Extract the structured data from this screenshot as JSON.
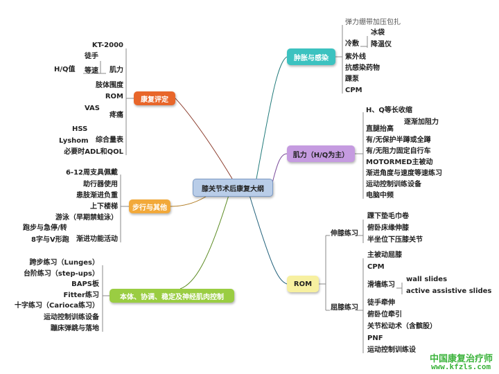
{
  "center": "膝关节术后康复大纲",
  "assessment": {
    "label": "康复评定",
    "color": "#e8662a",
    "items": [
      "KT-2000",
      "徒手",
      "肌力",
      "等速",
      "H/Q值",
      "肢体围度",
      "ROM",
      "VAS",
      "疼痛",
      "HSS",
      "Lyshom",
      "综合量表",
      "必要时ADL和QOL"
    ]
  },
  "walking": {
    "label": "步行与其他",
    "color": "#f2a93a",
    "items": [
      "6-12周支具佩戴",
      "助行器使用",
      "患肢渐进负重",
      "上下楼梯",
      "游泳（早期禁蛙泳）",
      "跑步与急停/转",
      "8字与V形跑",
      "渐进功能活动"
    ]
  },
  "proprio": {
    "label": "本体、协调、稳定及神经肌肉控制",
    "color": "#9acd42",
    "items": [
      "跨步练习（Lunges）",
      "台阶练习（step-ups）",
      "BAPS板",
      "Fitter练习",
      "十字练习（Carioca练习）",
      "运动控制训练设备",
      "蹦床弹跳与落地"
    ]
  },
  "swelling": {
    "label": "肿胀与感染",
    "color": "#3cc2c0",
    "items": [
      "弹力绷带加压包扎",
      "冷敷",
      "冰袋",
      "降温仪",
      "紫外线",
      "抗感染药物",
      "踝泵",
      "CPM"
    ]
  },
  "strength": {
    "label": "肌力（H/Q为主）",
    "color": "#c59be0",
    "items": [
      "H、Q等长收缩",
      "直腿抬高",
      "逐渐加阻力",
      "有/无保护半蹲或全蹲",
      "有/无阻力固定自行车",
      "MOTORMED主被动",
      "渐进角度与速度等速练习",
      "运动控制训练设备",
      "电脑中频"
    ]
  },
  "rom": {
    "label": "ROM",
    "color": "#f7f0a0",
    "extension": {
      "label": "伸膝练习",
      "items": [
        "踝下垫毛巾卷",
        "俯卧床缘伸膝",
        "半坐位下压膝关节"
      ]
    },
    "flexion": {
      "label": "屈膝练习",
      "items": [
        "主被动屈膝",
        "CPM",
        "滑墙练习",
        "wall slides",
        "active assistive slides",
        "徒手牵伸",
        "俯卧位牵引",
        "关节松动术（含髌股）",
        "PNF",
        "运动控制训练设"
      ]
    }
  },
  "watermark": {
    "title": "中国康复治疗师",
    "url": "www.kfzls.com"
  }
}
